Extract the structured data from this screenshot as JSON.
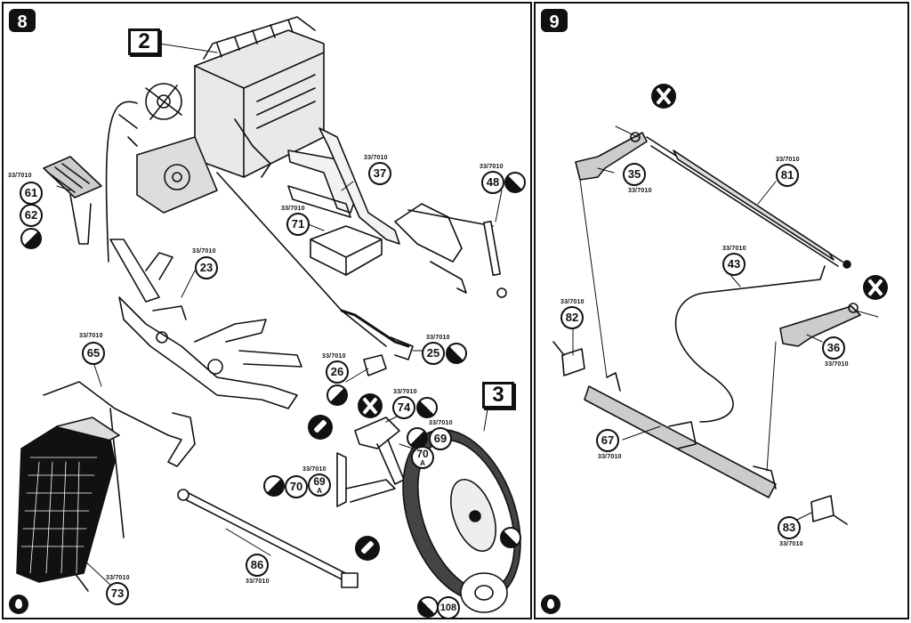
{
  "steps": [
    {
      "number": "8",
      "sub_steps": [
        "2",
        "3"
      ],
      "parts": [
        {
          "num": "61",
          "sub": "",
          "code": "33/7010"
        },
        {
          "num": "62",
          "sub": "",
          "code": ""
        },
        {
          "num": "23",
          "sub": "",
          "code": "33/7010"
        },
        {
          "num": "37",
          "sub": "",
          "code": "33/7010"
        },
        {
          "num": "71",
          "sub": "",
          "code": "33/7010"
        },
        {
          "num": "48",
          "sub": "",
          "code": "33/7010"
        },
        {
          "num": "65",
          "sub": "",
          "code": "33/7010"
        },
        {
          "num": "26",
          "sub": "",
          "code": "33/7010"
        },
        {
          "num": "25",
          "sub": "",
          "code": "33/7010"
        },
        {
          "num": "74",
          "sub": "",
          "code": "33/7010"
        },
        {
          "num": "69",
          "sub": "",
          "code": "33/7010"
        },
        {
          "num": "70",
          "sub": "A",
          "code": ""
        },
        {
          "num": "70",
          "sub": "",
          "code": ""
        },
        {
          "num": "69",
          "sub": "A",
          "code": "33/7010"
        },
        {
          "num": "86",
          "sub": "",
          "code": "33/7010"
        },
        {
          "num": "73",
          "sub": "",
          "code": "33/7010"
        },
        {
          "num": "108",
          "sub": "",
          "code": ""
        }
      ]
    },
    {
      "number": "9",
      "parts": [
        {
          "num": "35",
          "sub": "",
          "code": "33/7010"
        },
        {
          "num": "81",
          "sub": "",
          "code": "33/7010"
        },
        {
          "num": "43",
          "sub": "",
          "code": "33/7010"
        },
        {
          "num": "82",
          "sub": "",
          "code": "33/7010"
        },
        {
          "num": "36",
          "sub": "",
          "code": "33/7010"
        },
        {
          "num": "67",
          "sub": "",
          "code": "33/7010"
        },
        {
          "num": "83",
          "sub": "",
          "code": "33/7010"
        }
      ]
    }
  ],
  "icons": {
    "glue": "glue-drop-icon",
    "paint": "paint-disc-icon",
    "no_glue": "no-glue-cross-icon",
    "cement": "cement-tube-icon"
  }
}
